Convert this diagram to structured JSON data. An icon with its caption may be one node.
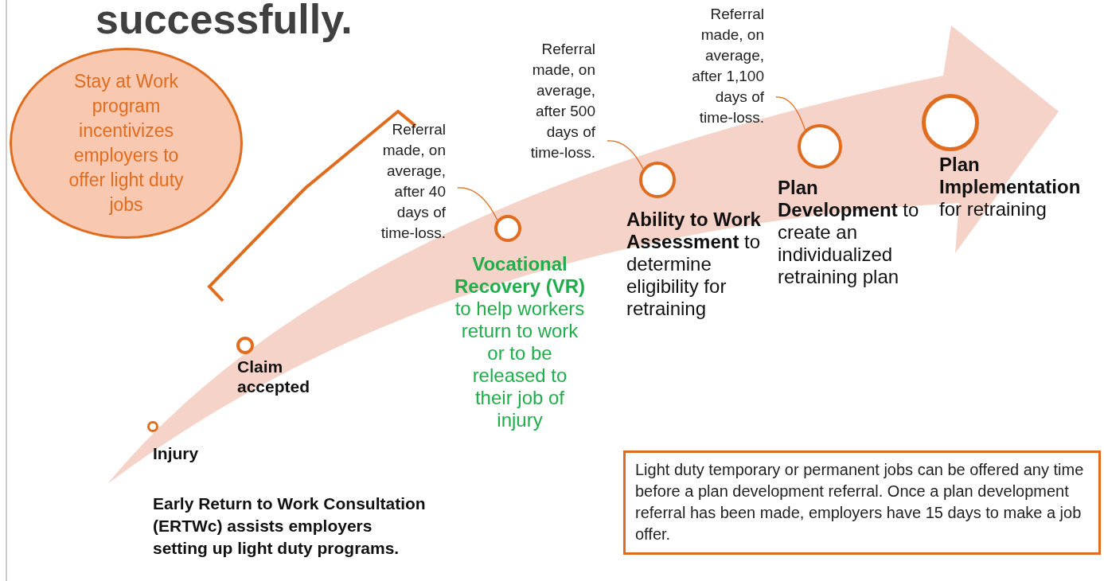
{
  "diagram": {
    "title": "successfully.",
    "nodes": [
      {
        "text": [
          "Stay at Work program incentivizes employers to offer light duty jobs"
        ]
      },
      {
        "text": [],
        "shape": "circle",
        "beside": [
          "Injury"
        ]
      },
      {
        "text": [],
        "shape": "circle",
        "beside": [
          "Claim accepted"
        ]
      },
      {
        "text": [
          "Referral made, on average, after 40 days of time-loss."
        ]
      },
      {
        "text": [],
        "shape": "circle",
        "beside": [
          "**Vocational Recovery (VR)** to help workers return to work or to be released to their job of injury"
        ]
      },
      {
        "text": [
          "Referral made, on average, after 500 days of time-loss."
        ]
      },
      {
        "text": [],
        "shape": "circle",
        "beside": [
          "**Ability to Work Assessment** to determine eligibility for retraining"
        ]
      },
      {
        "text": [
          "Referral made, on average, after 1,100 days of time-loss."
        ]
      },
      {
        "text": [],
        "shape": "circle",
        "beside": [
          "**Plan Development** to create an individualized retraining plan"
        ]
      },
      {
        "text": [],
        "shape": "circle",
        "beside": [
          "**Plan Implementation** for retraining"
        ]
      },
      {
        "text": [
          "Light duty temporary or permanent jobs can be offered any time before a plan development referral. Once a plan development referral has been made, employers have 15 days to make a job offer."
        ]
      }
    ],
    "edges": [
      {
        "from": 3,
        "to": 4,
        "arrow": "none"
      },
      {
        "from": 5,
        "to": 6,
        "arrow": "none"
      },
      {
        "from": 7,
        "to": 8,
        "arrow": "none"
      }
    ],
    "labels": [
      "Early Return to Work Consultation (ERTWc) assists employers setting up light duty programs."
    ]
  }
}
